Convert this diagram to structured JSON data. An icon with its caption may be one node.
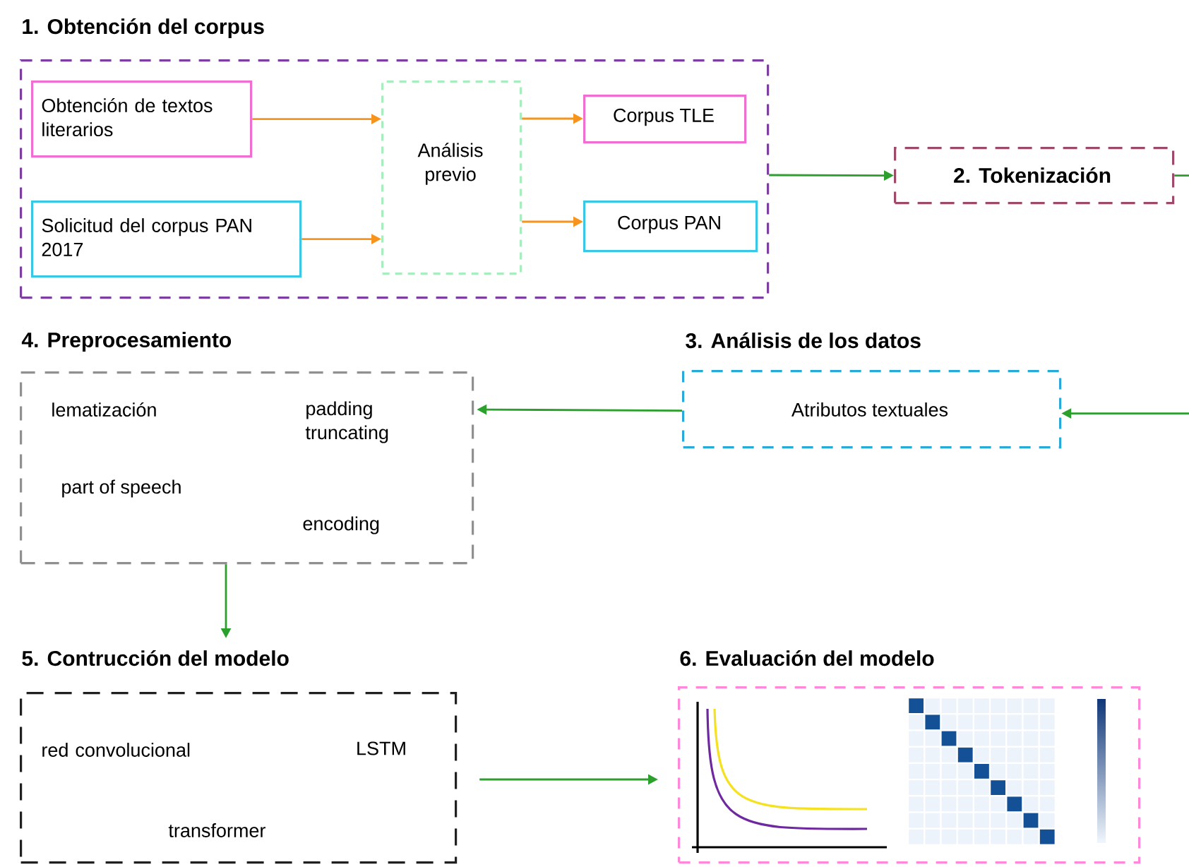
{
  "diagram": {
    "nodes": [
      {
        "text": [
          "1. Obtención del corpus"
        ]
      },
      {
        "text": [
          "Obtención de textos literarios"
        ],
        "in": 0
      },
      {
        "text": [
          "Solicitud del corpus PAN 2017"
        ],
        "in": 0
      },
      {
        "text": [
          "Análisis previo"
        ],
        "in": 0
      },
      {
        "text": [
          "Corpus TLE"
        ],
        "in": 0
      },
      {
        "text": [
          "Corpus PAN"
        ],
        "in": 0
      },
      {
        "text": [
          "2. Tokenización"
        ]
      },
      {
        "text": [
          "3. Análisis de los datos",
          "Atributos textuales"
        ]
      },
      {
        "text": [
          "4. Preprocesamiento",
          "lematización",
          "padding truncating",
          "part of speech",
          "encoding"
        ]
      },
      {
        "text": [
          "5. Contrucción del modelo",
          "red convolucional",
          "LSTM",
          "transformer"
        ]
      },
      {
        "text": [
          "6. Evaluación del modelo"
        ]
      }
    ],
    "edges": [
      {
        "from": 1,
        "to": 3,
        "arrow": "to",
        "color": "#f7941d"
      },
      {
        "from": 2,
        "to": 3,
        "arrow": "to",
        "color": "#f7941d"
      },
      {
        "from": 3,
        "to": 4,
        "arrow": "to",
        "color": "#f7941d"
      },
      {
        "from": 3,
        "to": 5,
        "arrow": "to",
        "color": "#f7941d"
      },
      {
        "from": 0,
        "to": 6,
        "arrow": "to"
      },
      {
        "from": 6,
        "to": 7,
        "arrow": "to"
      },
      {
        "from": 7,
        "to": 8,
        "arrow": "to"
      },
      {
        "from": 8,
        "to": 9,
        "arrow": "to"
      },
      {
        "from": 9,
        "to": 10,
        "arrow": "to"
      }
    ]
  }
}
